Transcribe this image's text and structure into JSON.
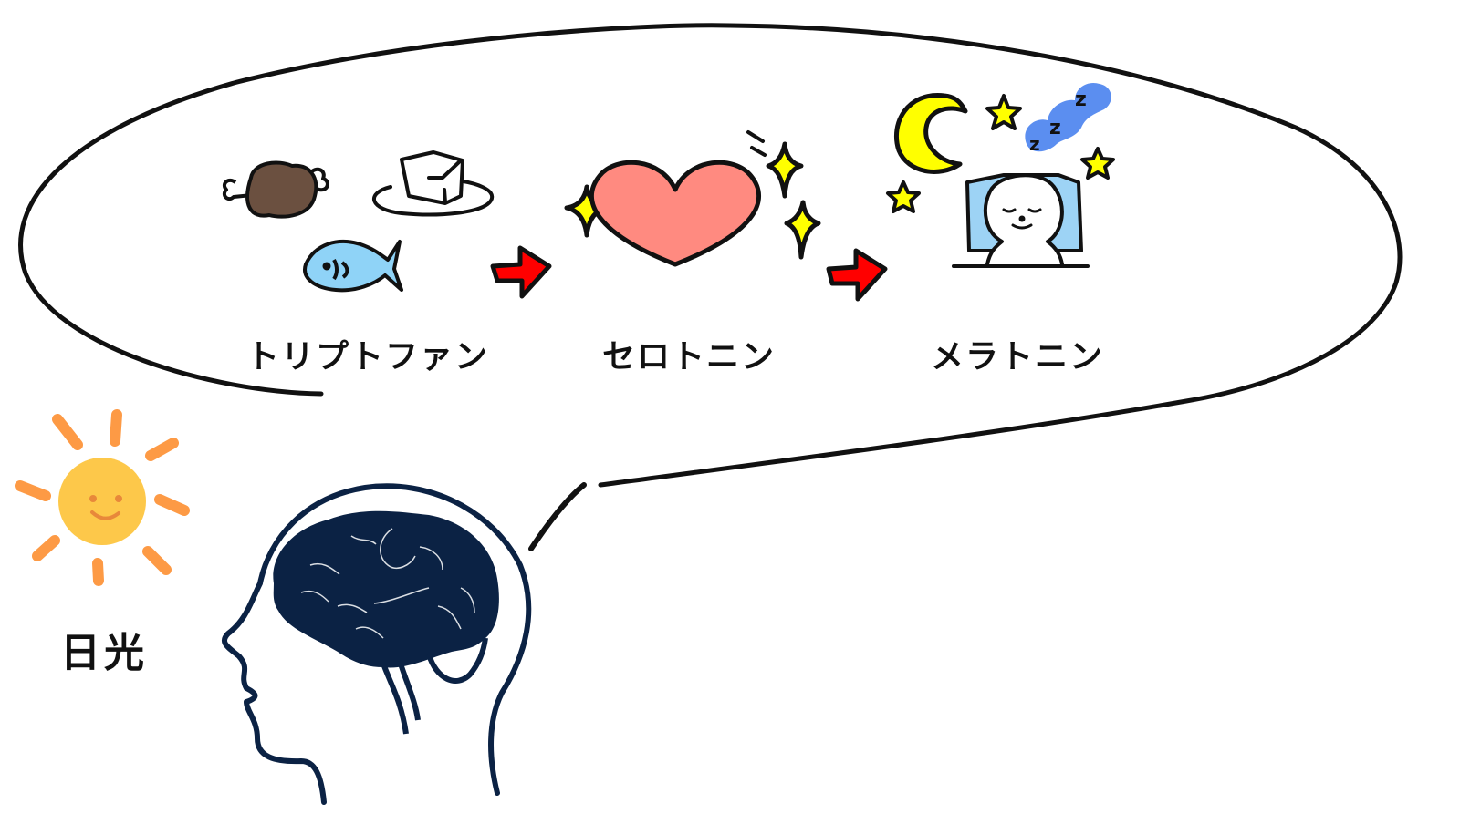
{
  "diagram": {
    "type": "illustration",
    "description_items": {
      "sunlight": {
        "label": "日光",
        "icon": "smiling-sun-icon"
      },
      "head": {
        "icon": "head-with-brain-icon"
      },
      "thought_bubble": {
        "steps": [
          {
            "label": "トリプトファン",
            "icons": [
              "meat-icon",
              "tofu-icon",
              "fish-icon"
            ]
          },
          {
            "label": "セロトニン",
            "icons": [
              "heart-icon",
              "sparkle-icon"
            ]
          },
          {
            "label": "メラトニン",
            "icons": [
              "moon-icon",
              "star-icon",
              "zzz-icon",
              "sleeping-face-icon"
            ]
          }
        ],
        "arrows": [
          "arrow-right-icon",
          "arrow-right-icon"
        ]
      }
    },
    "colors": {
      "outline": "#111111",
      "brain": "#0b2244",
      "arrow": "#ff0000",
      "heart": "#ff8a80",
      "sparkle": "#ffff00",
      "moon": "#ffff00",
      "zzz": "#5b8ef0",
      "pillow": "#9dd3f5",
      "fish": "#8fd3f7",
      "meat": "#6b5040",
      "sun": "#fdc84a",
      "sun_rays": "#fd9a45"
    }
  }
}
